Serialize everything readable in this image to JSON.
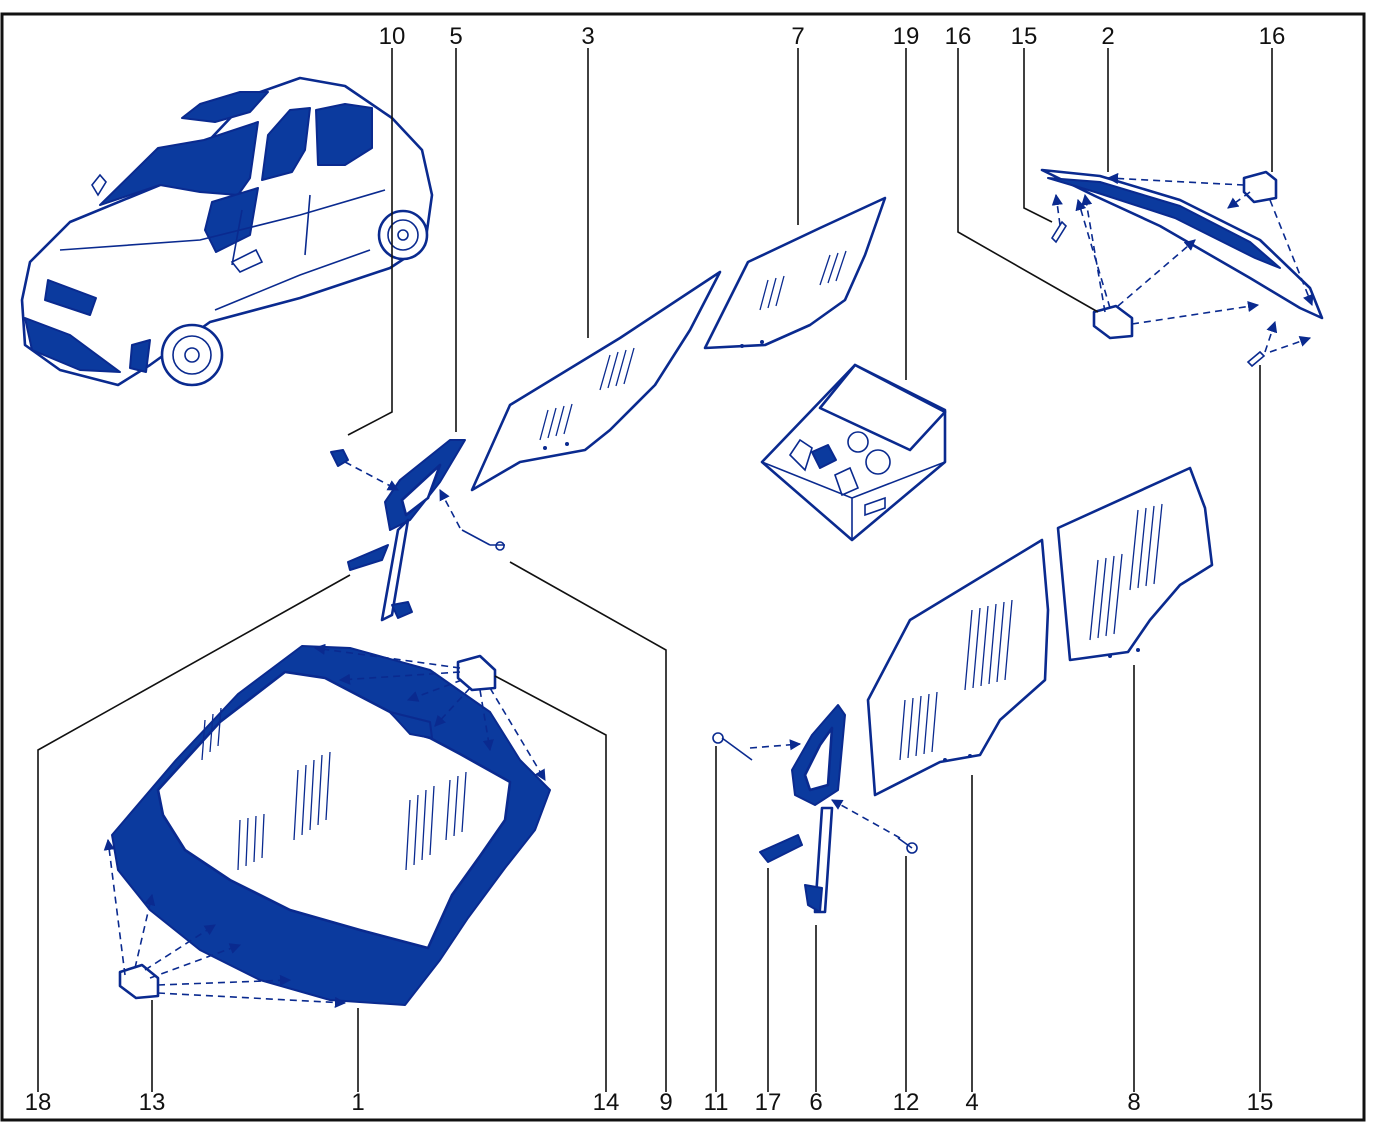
{
  "callouts": [
    {
      "number": "10"
    },
    {
      "number": "5"
    },
    {
      "number": "3"
    },
    {
      "number": "7"
    },
    {
      "number": "19"
    },
    {
      "number": "16"
    },
    {
      "number": "15"
    },
    {
      "number": "2"
    },
    {
      "number": "16"
    },
    {
      "number": "18"
    },
    {
      "number": "13"
    },
    {
      "number": "1"
    },
    {
      "number": "14"
    },
    {
      "number": "9"
    },
    {
      "number": "11"
    },
    {
      "number": "17"
    },
    {
      "number": "6"
    },
    {
      "number": "12"
    },
    {
      "number": "4"
    },
    {
      "number": "8"
    },
    {
      "number": "15"
    }
  ],
  "colors": {
    "line": "#0a2a8f",
    "fill_dark": "#0b3a9e",
    "leader": "#111111",
    "background": "#ffffff"
  }
}
